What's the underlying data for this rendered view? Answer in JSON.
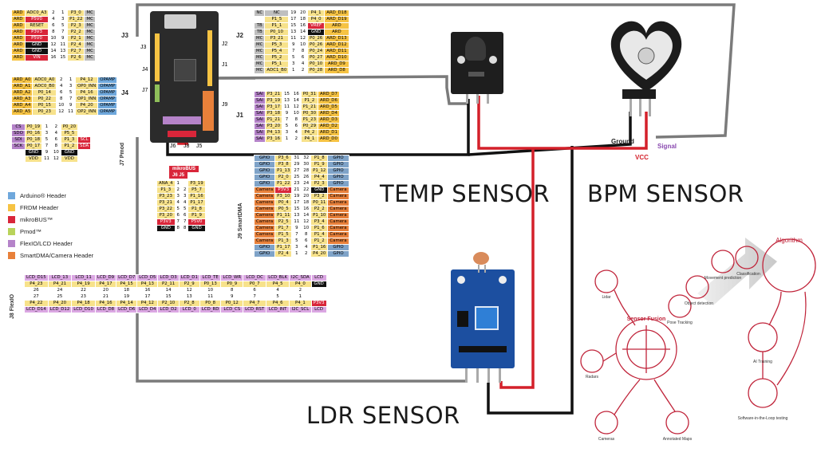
{
  "labels": {
    "temp": "TEMP SENSOR",
    "bpm": "BPM SENSOR",
    "ldr": "LDR SENSOR",
    "ground": "Ground",
    "signal": "Signal",
    "vcc": "VCC"
  },
  "header_labels": {
    "j3": "J3",
    "j4": "J4",
    "j7": "J7 Pmod",
    "j2": "J2",
    "j1": "J1",
    "j9": "J9 SmartDMA",
    "j8": "J8 FlexIO",
    "j6j5": "J6 J5",
    "mikrobus": "mikroBUS"
  },
  "board_labels": {
    "j3": "J3",
    "j2": "J2",
    "j4": "J4",
    "j1": "J1",
    "j7": "J7",
    "j9": "J9",
    "j6": "J6",
    "j8": "J8",
    "j5": "J5"
  },
  "legend": [
    {
      "label": "Arduino® Header",
      "color": "#6fa8dc"
    },
    {
      "label": "FRDM Header",
      "color": "#f6c343"
    },
    {
      "label": "mikroBUS™",
      "color": "#d9263a"
    },
    {
      "label": "Pmod™",
      "color": "#b9d35a"
    },
    {
      "label": "FlexIO/LCD Header",
      "color": "#b583c9"
    },
    {
      "label": "SmartDMA/Camera Header",
      "color": "#e8803a"
    }
  ],
  "j3_rows": [
    [
      "ARD",
      "ADC0_A3",
      "2",
      "1",
      "P3_0",
      "MC"
    ],
    [
      "ARD",
      "P5V0",
      "4",
      "3",
      "P1_22",
      "MC"
    ],
    [
      "ARD",
      "RESET",
      "6",
      "5",
      "P2_3",
      "MC"
    ],
    [
      "ARD",
      "P3V3",
      "8",
      "7",
      "P2_2",
      "MC"
    ],
    [
      "ARD",
      "P5V0",
      "10",
      "9",
      "P2_1",
      "MC"
    ],
    [
      "ARD",
      "GND",
      "12",
      "11",
      "P2_4",
      "MC"
    ],
    [
      "ARD",
      "GND",
      "14",
      "13",
      "P2_7",
      "MC"
    ],
    [
      "ARD",
      "VIN",
      "16",
      "15",
      "P2_6",
      "MC"
    ]
  ],
  "j4_rows": [
    [
      "ARD_A0",
      "ADC0_A0",
      "2",
      "1",
      "P4_12",
      "OPAMP"
    ],
    [
      "ARD_A1",
      "ADC0_B0",
      "4",
      "3",
      "OP0_INN",
      "OPAMP"
    ],
    [
      "ARD_A2",
      "P0_14",
      "6",
      "5",
      "P4_16",
      "OPAMP"
    ],
    [
      "ARD_A3",
      "P0_22",
      "8",
      "7",
      "OP1_INN",
      "OPAMP"
    ],
    [
      "ARD_A4",
      "P0_15",
      "10",
      "9",
      "P4_20",
      "OPAMP"
    ],
    [
      "ARD_A5",
      "P0_23",
      "12",
      "11",
      "OP2_INN",
      "OPAMP"
    ]
  ],
  "j7_rows": [
    [
      "CS",
      "P0_19",
      "1",
      "2",
      "P0_20",
      ""
    ],
    [
      "SDO",
      "P0_16",
      "3",
      "4",
      "P5_5",
      ""
    ],
    [
      "SDI",
      "P0_18",
      "5",
      "6",
      "P1_3",
      "SCL"
    ],
    [
      "SCK",
      "P0_17",
      "7",
      "8",
      "P1_2",
      "SDA"
    ],
    [
      "",
      "GND",
      "9",
      "10",
      "GND",
      ""
    ],
    [
      "",
      "VDD",
      "11",
      "12",
      "VDD",
      ""
    ]
  ],
  "j2_rows": [
    [
      "NC",
      "NC",
      "19",
      "20",
      "P4_1",
      "ARD_D18"
    ],
    [
      "",
      "P1_5",
      "17",
      "18",
      "P4_0",
      "ARD_D19"
    ],
    [
      "TB",
      "P1_1",
      "15",
      "16",
      "VREF",
      "ARD"
    ],
    [
      "TB",
      "P0_10",
      "13",
      "14",
      "GND",
      "ARD"
    ],
    [
      "MC",
      "P3_21",
      "11",
      "12",
      "P0_26",
      "ARD_D13"
    ],
    [
      "MC",
      "P5_3",
      "9",
      "10",
      "P0_26",
      "ARD_D12"
    ],
    [
      "MC",
      "P5_4",
      "7",
      "8",
      "P0_24",
      "ARD_D11"
    ],
    [
      "MC",
      "P5_2",
      "5",
      "6",
      "P0_27",
      "ARD_D10"
    ],
    [
      "MC",
      "P5_1",
      "3",
      "4",
      "P0_10",
      "ARD_D9"
    ],
    [
      "MC",
      "ADC1_B0",
      "1",
      "2",
      "P0_28",
      "ARD_D8"
    ]
  ],
  "j1_rows": [
    [
      "SAI",
      "P3_21",
      "15",
      "16",
      "P0_31",
      "ARD_D7"
    ],
    [
      "SAI",
      "P3_19",
      "13",
      "14",
      "P1_2",
      "ARD_D6"
    ],
    [
      "SAI",
      "P3_17",
      "11",
      "12",
      "P1_21",
      "ARD_D5"
    ],
    [
      "SAI",
      "P3_18",
      "9",
      "10",
      "P0_30",
      "ARD_D4"
    ],
    [
      "SAI",
      "P1_21",
      "7",
      "8",
      "P1_23",
      "ARD_D3"
    ],
    [
      "SAI",
      "P3_20",
      "5",
      "6",
      "P0_29",
      "ARD_D2"
    ],
    [
      "SAI",
      "P4_13",
      "3",
      "4",
      "P4_2",
      "ARD_D1"
    ],
    [
      "SAI",
      "P3_16",
      "1",
      "2",
      "P4_1",
      "ARD_D0"
    ]
  ],
  "j9_rows": [
    [
      "GPIO",
      "P3_6",
      "31",
      "32",
      "P1_8",
      "GPIO"
    ],
    [
      "GPIO",
      "P3_8",
      "29",
      "30",
      "P1_9",
      "GPIO"
    ],
    [
      "GPIO",
      "P1_13",
      "27",
      "28",
      "P1_12",
      "GPIO"
    ],
    [
      "GPIO",
      "P2_0",
      "25",
      "26",
      "P4_4",
      "GPIO"
    ],
    [
      "GPIO",
      "P1_22",
      "23",
      "24",
      "P2_3",
      "GPIO"
    ],
    [
      "Camera",
      "P3V3",
      "21",
      "22",
      "GND",
      "Camera"
    ],
    [
      "Camera",
      "P3_10",
      "19",
      "20",
      "P3_2",
      "Camera"
    ],
    [
      "Camera",
      "P0_4",
      "17",
      "18",
      "P0_11",
      "Camera"
    ],
    [
      "Camera",
      "P0_5",
      "15",
      "16",
      "P2_2",
      "Camera"
    ],
    [
      "Camera",
      "P1_11",
      "13",
      "14",
      "P1_10",
      "Camera"
    ],
    [
      "Camera",
      "P2_5",
      "11",
      "12",
      "P3_4",
      "Camera"
    ],
    [
      "Camera",
      "P1_7",
      "9",
      "10",
      "P1_6",
      "Camera"
    ],
    [
      "Camera",
      "P1_5",
      "7",
      "8",
      "P1_4",
      "Camera"
    ],
    [
      "Camera",
      "P1_3",
      "5",
      "6",
      "P1_2",
      "Camera"
    ],
    [
      "GPIO",
      "P1_17",
      "3",
      "4",
      "P1_16",
      "GPIO"
    ],
    [
      "GPIO",
      "P2_4",
      "1",
      "2",
      "P4_20",
      "GPIO"
    ]
  ],
  "mikro_rows": [
    [
      "ANA_4",
      "1",
      "",
      "P3_19"
    ],
    [
      "P1_3",
      "2",
      "2",
      "P5_7"
    ],
    [
      "P3_23",
      "3",
      "3",
      "P1_16"
    ],
    [
      "P3_21",
      "4",
      "4",
      "P1_17"
    ],
    [
      "P3_22",
      "5",
      "5",
      "P1_8"
    ],
    [
      "P3_20",
      "6",
      "6",
      "P1_9"
    ],
    [
      "P3V3",
      "7",
      "7",
      "P5V0"
    ],
    [
      "GND",
      "8",
      "8",
      "GND"
    ]
  ],
  "j8_top": [
    "LCD_D15",
    "LCD_13",
    "LCD_11",
    "LCD_D9",
    "LCD_D7",
    "LCD_D5",
    "LCD_D3",
    "LCD_D1",
    "LCD_TE",
    "LCD_WR",
    "LCD_DC",
    "LCD_BLK",
    "I2C_SDA",
    "LCD"
  ],
  "j8_r1": [
    "P4_23",
    "P4_21",
    "P4_19",
    "P4_17",
    "P4_15",
    "P4_13",
    "P2_11",
    "P2_9",
    "P0_13",
    "P0_9",
    "P0_7",
    "P4_5",
    "P4_0",
    "GND"
  ],
  "j8_r2": [
    "26",
    "24",
    "22",
    "20",
    "18",
    "16",
    "14",
    "12",
    "10",
    "8",
    "6",
    "4",
    "2",
    ""
  ],
  "j8_r3": [
    "27",
    "25",
    "23",
    "21",
    "19",
    "17",
    "15",
    "13",
    "11",
    "9",
    "7",
    "5",
    "1",
    ""
  ],
  "j8_r4": [
    "P4_22",
    "P4_20",
    "P4_18",
    "P4_16",
    "P4_14",
    "P4_12",
    "P2_10",
    "P2_8",
    "P0_8",
    "P0_12",
    "P4_7",
    "P4_6",
    "P4_1",
    "P3V3"
  ],
  "j8_bot": [
    "LCD_D14",
    "LCD_D12",
    "LCD_D10",
    "LCD_D8",
    "LCD_D6",
    "LCD_D4",
    "LCD_D2",
    "LCD_0",
    "LCD_RD",
    "LCD_CS",
    "LCD_RST",
    "LCD_INT",
    "I2C_SCL",
    "LCD"
  ],
  "fusion": {
    "center": "Sensor Fusion",
    "algorithm": "Algorithm",
    "lidar": "Lidar",
    "radars": "Radars",
    "cameras": "Cameras",
    "annotated": "Annotated Maps",
    "pose": "Pose Tracking",
    "object": "Object detection",
    "movement": "Movement prediction",
    "classification": "Classification",
    "ai_training": "AI Training",
    "sil": "Software-in-the-Loop testing"
  }
}
